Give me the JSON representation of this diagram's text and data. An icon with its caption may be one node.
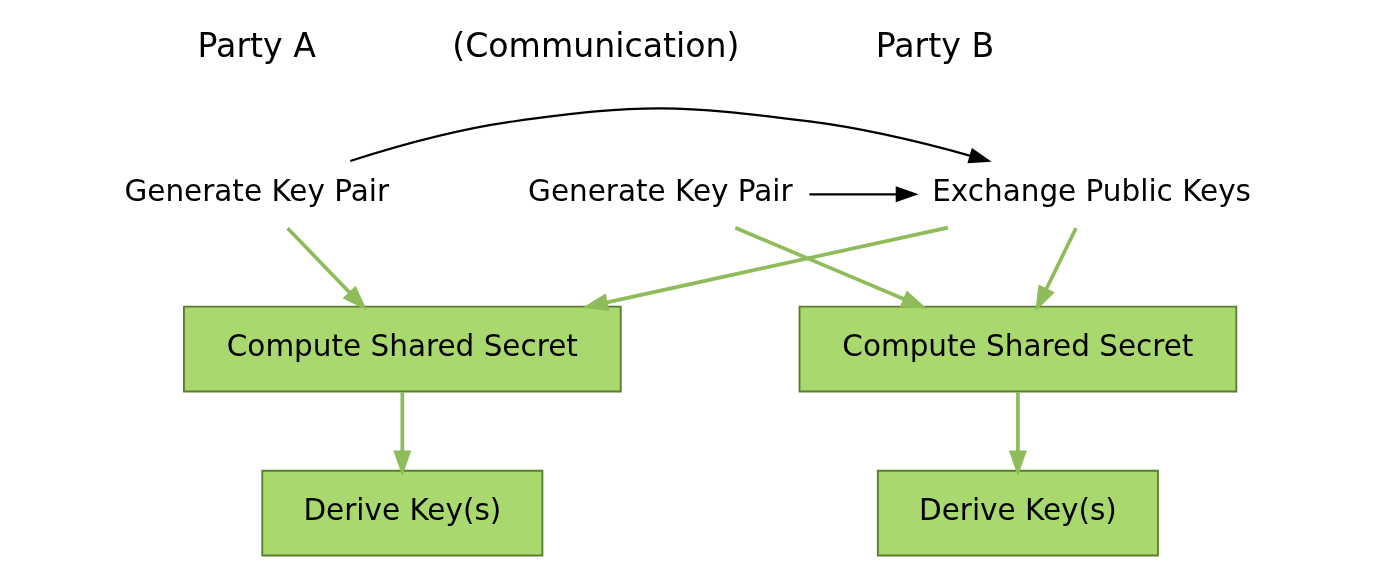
{
  "diagram": {
    "nodes": [
      {
        "text": [
          "Generate Key Pair"
        ]
      },
      {
        "text": [
          "Exchange Public Keys"
        ]
      },
      {
        "text": [
          "Generate Key Pair"
        ]
      },
      {
        "text": [
          "Compute Shared Secret"
        ]
      },
      {
        "text": [
          "Compute Shared Secret"
        ]
      },
      {
        "text": [
          "Derive Key(s)"
        ]
      },
      {
        "text": [
          "Derive Key(s)"
        ]
      }
    ],
    "edges": [
      {
        "from": 0,
        "to": 1,
        "arrow": "to",
        "color": "#000000"
      },
      {
        "from": 2,
        "to": 1,
        "arrow": "to",
        "color": "#000000"
      },
      {
        "from": 0,
        "to": 3,
        "arrow": "to"
      },
      {
        "from": 1,
        "to": 3,
        "arrow": "to"
      },
      {
        "from": 1,
        "to": 4,
        "arrow": "to"
      },
      {
        "from": 2,
        "to": 4,
        "arrow": "to"
      },
      {
        "from": 3,
        "to": 5,
        "arrow": "to"
      },
      {
        "from": 4,
        "to": 6,
        "arrow": "to"
      }
    ],
    "labels": [
      "Party A",
      "(Communication)",
      "Party B"
    ]
  }
}
